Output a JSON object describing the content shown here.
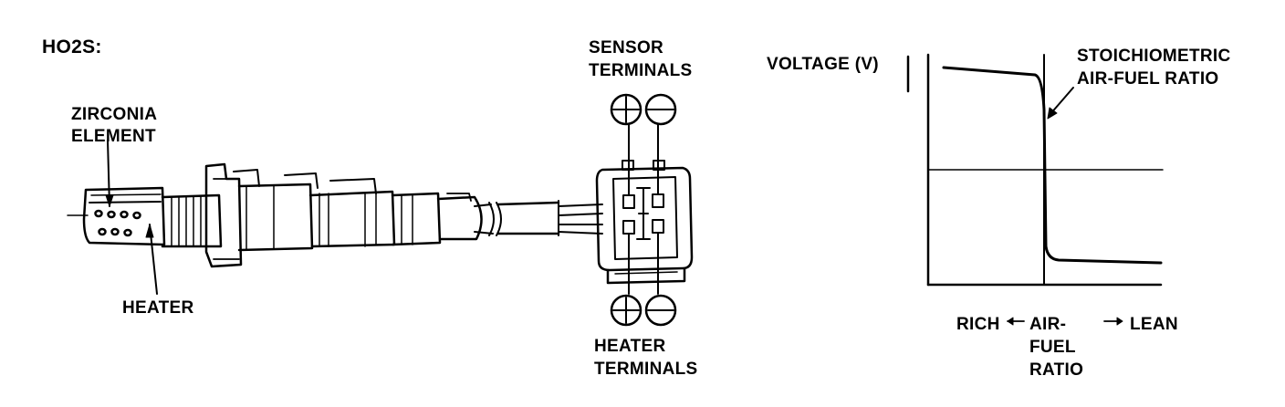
{
  "title": "HO2S:",
  "sensor": {
    "zirconia_line1": "ZIRCONIA",
    "zirconia_line2": "ELEMENT",
    "heater": "HEATER"
  },
  "connector": {
    "sensor_line1": "SENSOR",
    "sensor_line2": "TERMINALS",
    "heater_line1": "HEATER",
    "heater_line2": "TERMINALS"
  },
  "graph": {
    "ylabel": "VOLTAGE (V)",
    "stoich_line1": "STOICHIOMETRIC",
    "stoich_line2": "AIR-FUEL RATIO",
    "rich": "RICH",
    "lean": "LEAN",
    "xlabel_line1": "AIR-",
    "xlabel_line2": "FUEL",
    "xlabel_line3": "RATIO"
  }
}
